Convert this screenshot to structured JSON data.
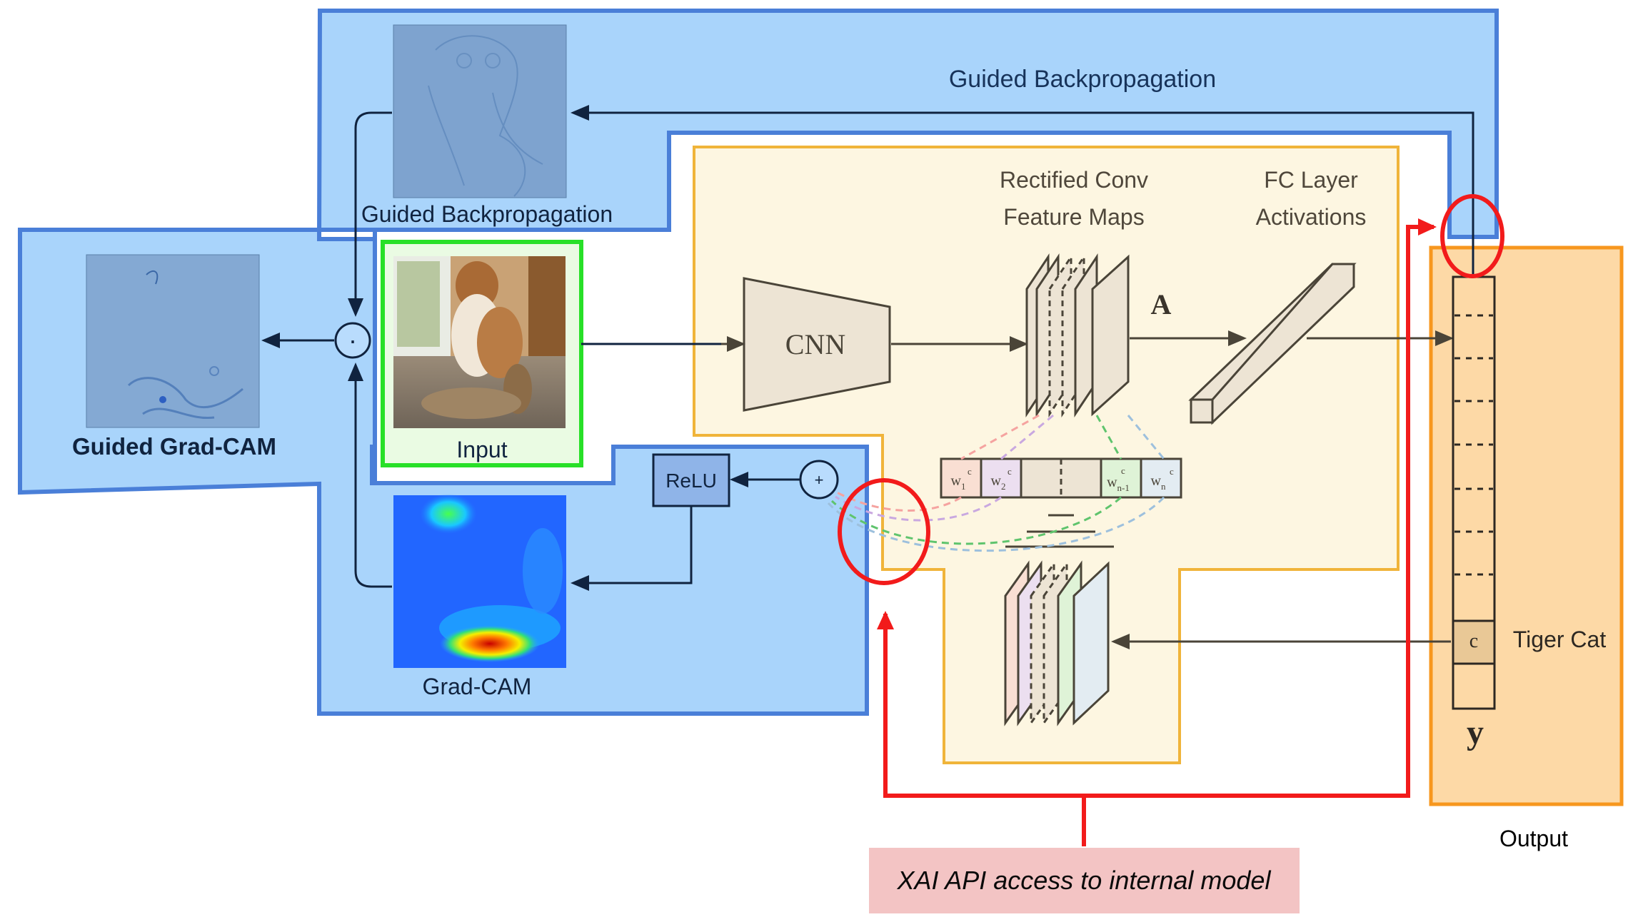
{
  "labels": {
    "guided_backprop_title": "Guided Backpropagation",
    "guided_backprop_caption": "Guided Backpropagation",
    "input_caption": "Input",
    "guided_gradcam_caption": "Guided Grad-CAM",
    "gradcam_caption": "Grad-CAM",
    "relu": "ReLU",
    "plus": "+",
    "dot": "·",
    "cnn": "CNN",
    "rect_conv_line1": "Rectified Conv",
    "rect_conv_line2": "Feature Maps",
    "fc_line1": "FC Layer",
    "fc_line2": "Activations",
    "a_label": "A",
    "tiger_cat": "Tiger Cat",
    "c_label": "c",
    "y_label": "y",
    "output": "Output",
    "xai_api": "XAI API access to internal model"
  },
  "weights": [
    {
      "w": "w",
      "sub": "1",
      "sup": "c"
    },
    {
      "w": "w",
      "sub": "2",
      "sup": "c"
    },
    {
      "w": "w",
      "sub": "n-1",
      "sup": "c"
    },
    {
      "w": "w",
      "sub": "n",
      "sup": "c"
    }
  ],
  "colors": {
    "blue_fill": "#a9d4fb",
    "blue_stroke": "#4a7fd8",
    "yellow_fill": "#fdf6e1",
    "yellow_stroke": "#f0b43a",
    "orange_fill": "#fdd9a6",
    "orange_stroke": "#f7971e",
    "green": "#28e028",
    "red": "#f21b1b",
    "api_box": "#f3c4c4"
  }
}
